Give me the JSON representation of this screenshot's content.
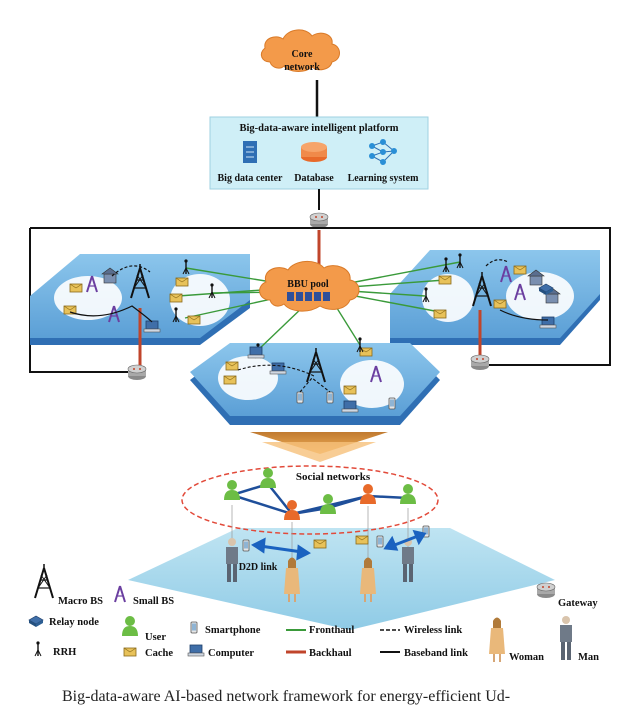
{
  "core": {
    "line1": "Core",
    "line2": "network"
  },
  "platform": {
    "title": "Big-data-aware intelligent platform",
    "items": [
      "Big data center",
      "Database",
      "Learning system"
    ]
  },
  "bbu": {
    "label": "BBU pool"
  },
  "social": {
    "label": "Social networks"
  },
  "d2d": {
    "label": "D2D link"
  },
  "legend": {
    "macro_bs": "Macro BS",
    "small_bs": "Small BS",
    "gateway": "Gateway",
    "relay_node": "Relay node",
    "user": "User",
    "smartphone": "Smartphone",
    "fronthaul": "Fronthaul",
    "wireless_link": "Wireless link",
    "rrh": "RRH",
    "cache": "Cache",
    "computer": "Computer",
    "backhaul": "Backhaul",
    "baseband_link": "Baseband link",
    "woman": "Woman",
    "man": "Man"
  },
  "colors": {
    "cloud": "#f39a4a",
    "platform_bg": "#cfeff7",
    "plate_top": "#6fb0e0",
    "plate_side": "#2f6fb4",
    "fronthaul": "#3a9a3a",
    "backhaul": "#c0452b",
    "social_ring": "#e24a3a",
    "user_green": "#6cbd45",
    "user_orange": "#e86a2a"
  },
  "caption": "Big-data-aware AI-based network framework for energy-efficient Ud-"
}
